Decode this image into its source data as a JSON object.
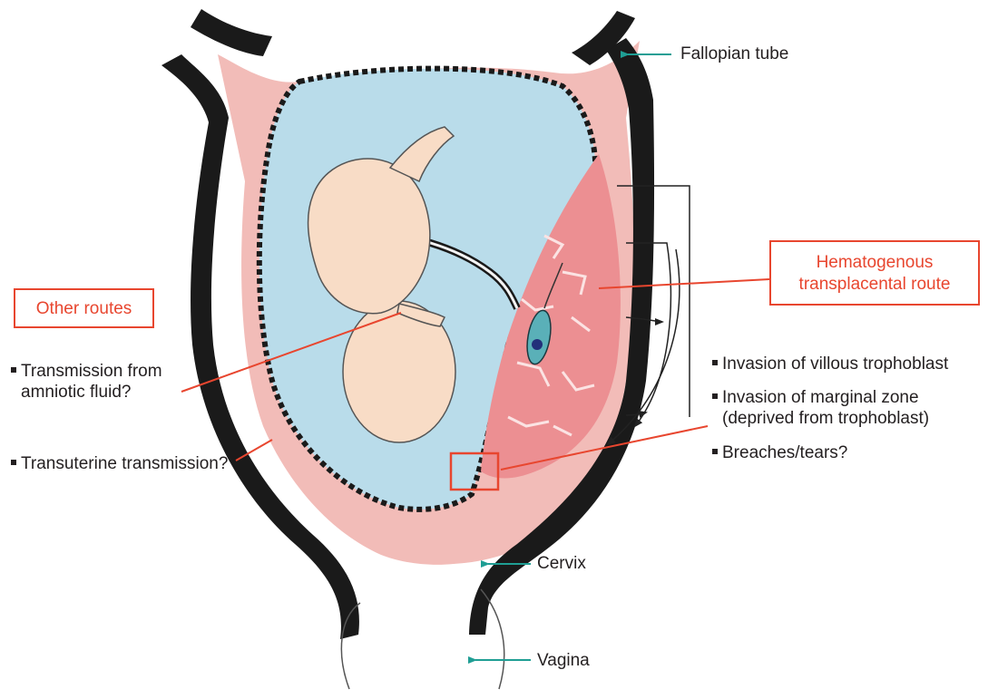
{
  "labels": {
    "fallopian_tube": "Fallopian tube",
    "cervix": "Cervix",
    "vagina": "Vagina",
    "hematogenous_line1": "Hematogenous",
    "hematogenous_line2": "transplacental route",
    "other_routes": "Other routes",
    "amniotic_line1": "Transmission from",
    "amniotic_line2": "amniotic fluid?",
    "transuterine": "Transuterine transmission?",
    "villous": "Invasion of villous trophoblast",
    "marginal_line1": "Invasion of marginal zone",
    "marginal_line2": "(deprived from trophoblast)",
    "breaches": "Breaches/tears?"
  },
  "colors": {
    "uterine_wall": "#1a1a1a",
    "myometrium": "#f2bcb8",
    "amniotic_fluid": "#b9dcea",
    "fetus": "#f8dcc6",
    "placenta": "#ec8f92",
    "callout_red": "#e8462f",
    "pointer_teal": "#1f9e94"
  }
}
